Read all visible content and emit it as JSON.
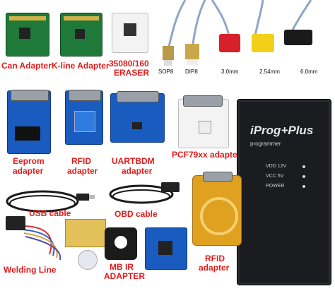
{
  "labels": {
    "can_adapter": "Can Adapter",
    "kline_adapter": "K-line Adapter",
    "eraser_line1": "35080/160",
    "eraser_line2": "ERASER",
    "sop8": "SOP8",
    "dip8": "DIP8",
    "mm30": "3.0mm",
    "mm254": "2.54mm",
    "mm60": "6.0mm",
    "eeprom_line1": "Eeprom",
    "eeprom_line2": "adapter",
    "rfid_line1": "RFID",
    "rfid_line2": "adapter",
    "uartbdm_line1": "UARTBDM",
    "uartbdm_line2": "adapter",
    "pcf": "PCF79xx adapter",
    "usb": "USB cable",
    "obd": "OBD cable",
    "welding": "Welding Line",
    "mbir_line1": "MB IR",
    "mbir_line2": "ADAPTER",
    "rfid2_line1": "RFID",
    "rfid2_line2": "adapter"
  },
  "device": {
    "brand": "iProg+Plus",
    "sub": "programmer",
    "led1": "VDD 12V",
    "led2": "VCC 5V",
    "led3": "POWER"
  },
  "colors": {
    "label": "#e31b1b",
    "plug_red": "#d8202a",
    "plug_yellow": "#f2d01a",
    "plug_black": "#1a1a1a",
    "rfid_coil": "#e0a020"
  }
}
